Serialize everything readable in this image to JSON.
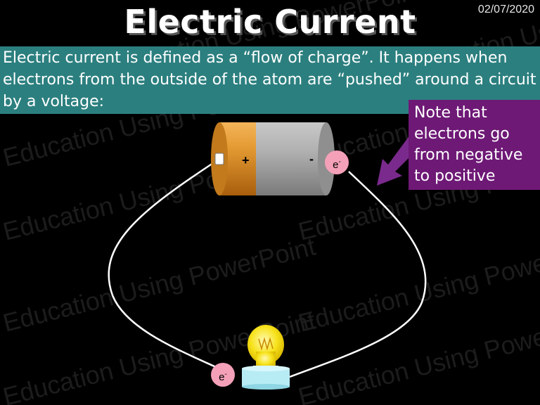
{
  "slide": {
    "date": "02/07/2020",
    "title": "Electric Current",
    "body_text": "Electric current is defined as a “flow of charge”.  It happens when electrons from the outside of the atom are “pushed” around a circuit by a voltage:",
    "note_lines": [
      "Note that",
      "electrons go",
      "from negative",
      "to positive"
    ],
    "watermark": "Education Using PowerPoint"
  },
  "battery": {
    "positive_label": "+",
    "negative_label": "-"
  },
  "electrons": {
    "top_label": "e",
    "top_superscript": "-",
    "bottom_label": "e",
    "bottom_superscript": "-"
  },
  "colors": {
    "background": "#000000",
    "text_box": "#2c7f7f",
    "note_box": "#6e1976",
    "arrow": "#7a2a8c",
    "battery_copper": "#d9861a",
    "battery_body": "#a9a9a9",
    "electron": "#f4a0b8",
    "bulb": "#f7e21a",
    "bulb_base": "#b8ecf5"
  }
}
